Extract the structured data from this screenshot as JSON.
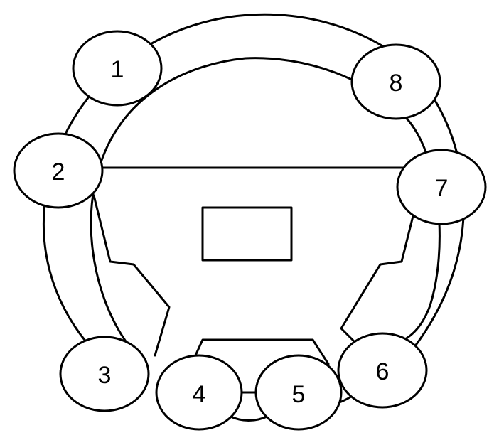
{
  "diagram": {
    "labels": {
      "n1": "1",
      "n2": "2",
      "n3": "3",
      "n4": "4",
      "n5": "5",
      "n6": "6",
      "n7": "7",
      "n8": "8"
    }
  }
}
